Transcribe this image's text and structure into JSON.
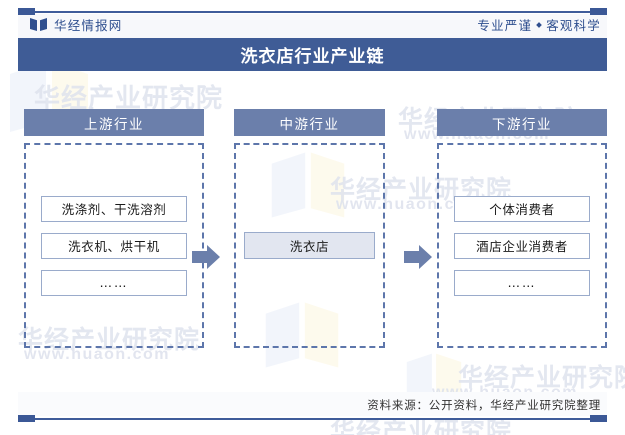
{
  "header": {
    "brand_name": "华经情报网",
    "logo_icon": "open-book-icon",
    "slogan_left": "专业严谨",
    "slogan_separator": "●",
    "slogan_right": "客观科学",
    "title": "洗衣店行业产业链"
  },
  "colors": {
    "brand_blue": "#2f4f8f",
    "title_band": "#3f5c96",
    "column_head": "#6b7fab",
    "dashed_border": "#5d76ab",
    "node_border": "#9aabcb",
    "node_fill_highlight": "#e2e6f0",
    "arrow": "#6b7fab",
    "rule": "#3f5c9a",
    "watermark": "#dfe3ee"
  },
  "chain": {
    "columns": [
      {
        "key": "upstream",
        "head": "上游行业",
        "nodes": [
          {
            "label": "洗涤剂、干洗溶剂",
            "highlight": false
          },
          {
            "label": "洗衣机、烘干机",
            "highlight": false
          },
          {
            "label": "……",
            "highlight": false
          }
        ]
      },
      {
        "key": "midstream",
        "head": "中游行业",
        "nodes": [
          {
            "label": "洗衣店",
            "highlight": true
          }
        ]
      },
      {
        "key": "downstream",
        "head": "下游行业",
        "nodes": [
          {
            "label": "个体消费者",
            "highlight": false
          },
          {
            "label": "酒店企业消费者",
            "highlight": false
          },
          {
            "label": "……",
            "highlight": false
          }
        ]
      }
    ],
    "arrows": [
      {
        "name": "arrow-upstream-to-midstream",
        "icon": "right-arrow-icon"
      },
      {
        "name": "arrow-midstream-to-downstream",
        "icon": "right-arrow-icon"
      }
    ]
  },
  "footer": {
    "source_note": "资料来源：公开资料，华经产业研究院整理"
  },
  "watermarks": {
    "institute": "华经产业研究院",
    "url": "www.huaon.com"
  }
}
